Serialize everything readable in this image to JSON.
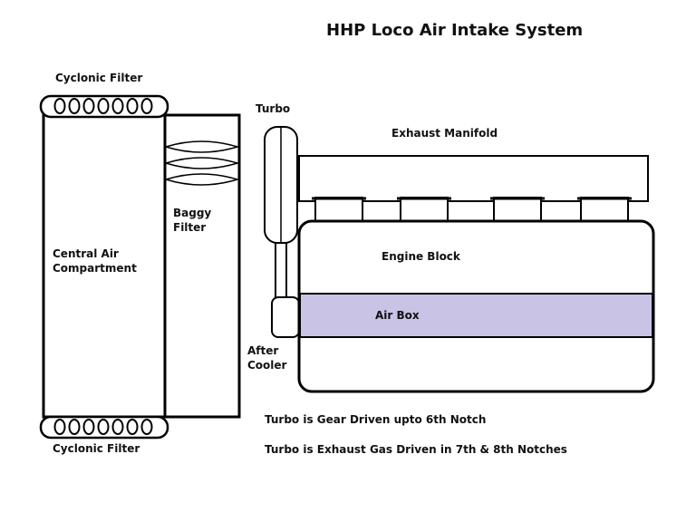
{
  "title": "HHP Loco Air Intake System",
  "labels": {
    "cyclonic_filter_top": "Cyclonic Filter",
    "cyclonic_filter_bottom": "Cyclonic Filter",
    "turbo": "Turbo",
    "exhaust_manifold": "Exhaust Manifold",
    "baggy_filter_line1": "Baggy",
    "baggy_filter_line2": "Filter",
    "central_air_line1": "Central Air",
    "central_air_line2": "Compartment",
    "engine_block": "Engine Block",
    "air_box": "Air Box",
    "after_cooler_line1": "After",
    "after_cooler_line2": "Cooler"
  },
  "notes": [
    "Turbo is Gear Driven upto 6th Notch",
    "Turbo is Exhaust Gas Driven in 7th & 8th Notches"
  ],
  "colors": {
    "line": "#000000",
    "air_box_fill": "#c9c3e6",
    "background": "#ffffff"
  }
}
